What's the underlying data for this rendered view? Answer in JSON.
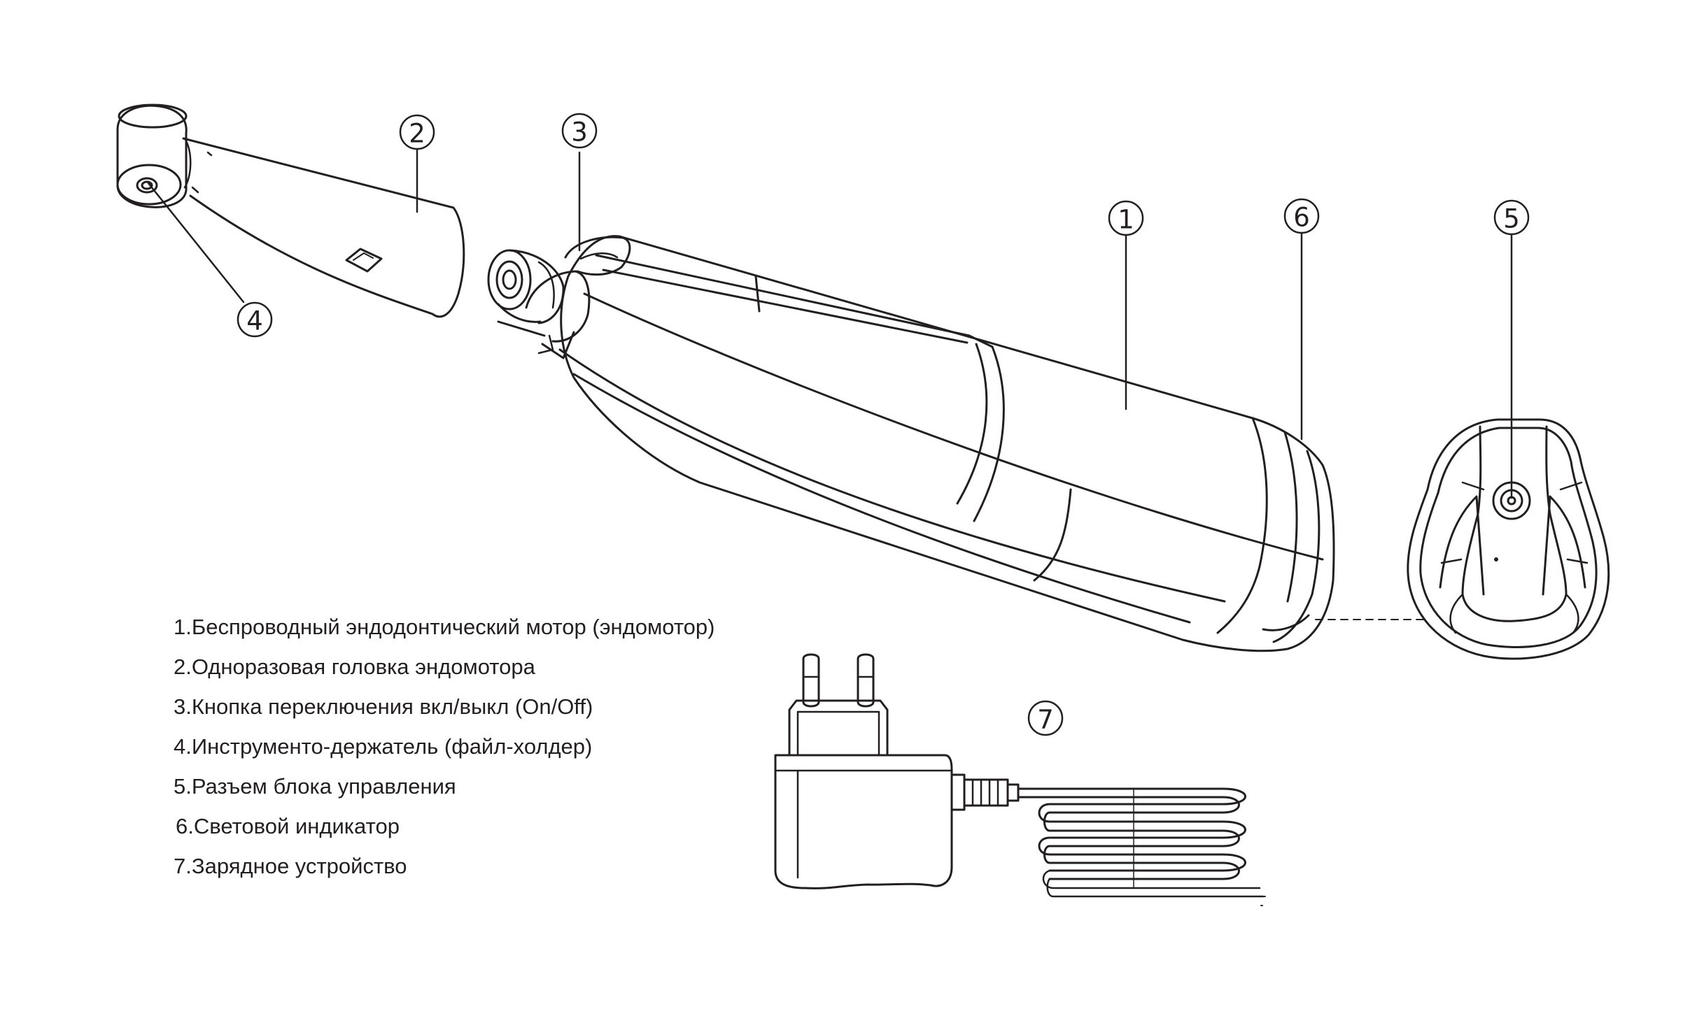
{
  "callouts": [
    {
      "id": "1",
      "label": "1"
    },
    {
      "id": "2",
      "label": "2"
    },
    {
      "id": "3",
      "label": "3"
    },
    {
      "id": "4",
      "label": "4"
    },
    {
      "id": "5",
      "label": "5"
    },
    {
      "id": "6",
      "label": "6"
    },
    {
      "id": "7",
      "label": "7"
    }
  ],
  "legend": [
    "1.Беспроводный эндодонтический мотор (эндомотор)",
    "2.Одноразовая головка эндомотора",
    "3.Кнопка переключения вкл/выкл (On/Off)",
    "4.Инструменто-держатель (файл-холдер)",
    "5.Разъем блока управления",
    "6.Световой индикатор",
    "7.Зарядное устройство"
  ],
  "colors": {
    "line": "#231f20",
    "background": "#ffffff"
  }
}
